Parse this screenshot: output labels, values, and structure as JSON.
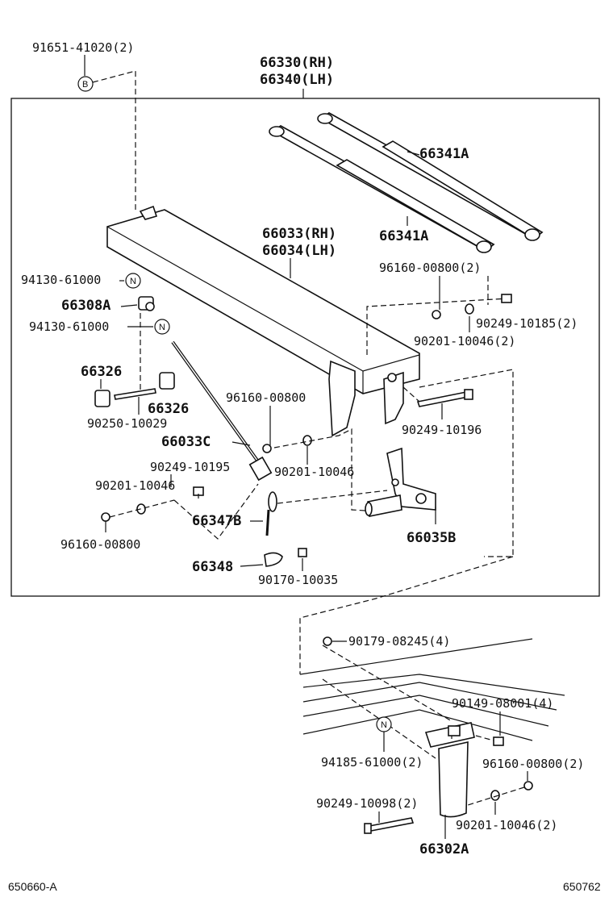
{
  "labels": {
    "bolt_b_top": "91651-41020(2)",
    "stay_rh": "66330(RH)",
    "stay_lh": "66340(LH)",
    "strut_upper": "66341A",
    "strut_lower": "66341A",
    "panel_rh": "66033(RH)",
    "panel_lh": "66034(LH)",
    "washer_top_right": "96160-00800(2)",
    "bolt_top_right": "90249-10185(2)",
    "washer_flat_top_right": "90201-10046(2)",
    "bolt_long_right": "90249-10196",
    "nut_n_upper": "94130-61000",
    "bracket_308a": "66308A",
    "nut_n_lower": "94130-61000",
    "cap_left": "66326",
    "cap_right": "66326",
    "pin_left": "90250-10029",
    "washer_mid": "96160-00800",
    "rod": "66033C",
    "washer_flat_mid": "90201-10046",
    "bolt_mid_left": "90249-10195",
    "washer_flat_left": "90201-10046",
    "hinge_035b": "66035B",
    "hook_347b": "66347B",
    "washer_left_bottom": "96160-00800",
    "clip_348": "66348",
    "nut_035": "90170-10035",
    "nut_lower_group": "90179-08245(4)",
    "bolt_lower_group": "90149-08001(4)",
    "nut_n_bottom": "94185-61000(2)",
    "washer_bottom": "96160-00800(2)",
    "bolt_bottom": "90249-10098(2)",
    "washer_flat_bottom": "90201-10046(2)",
    "hinge_302a": "66302A",
    "footer_left": "650660-A",
    "footer_right": "650762"
  },
  "symbols": {
    "b_marker": "B",
    "n_marker": "N"
  }
}
